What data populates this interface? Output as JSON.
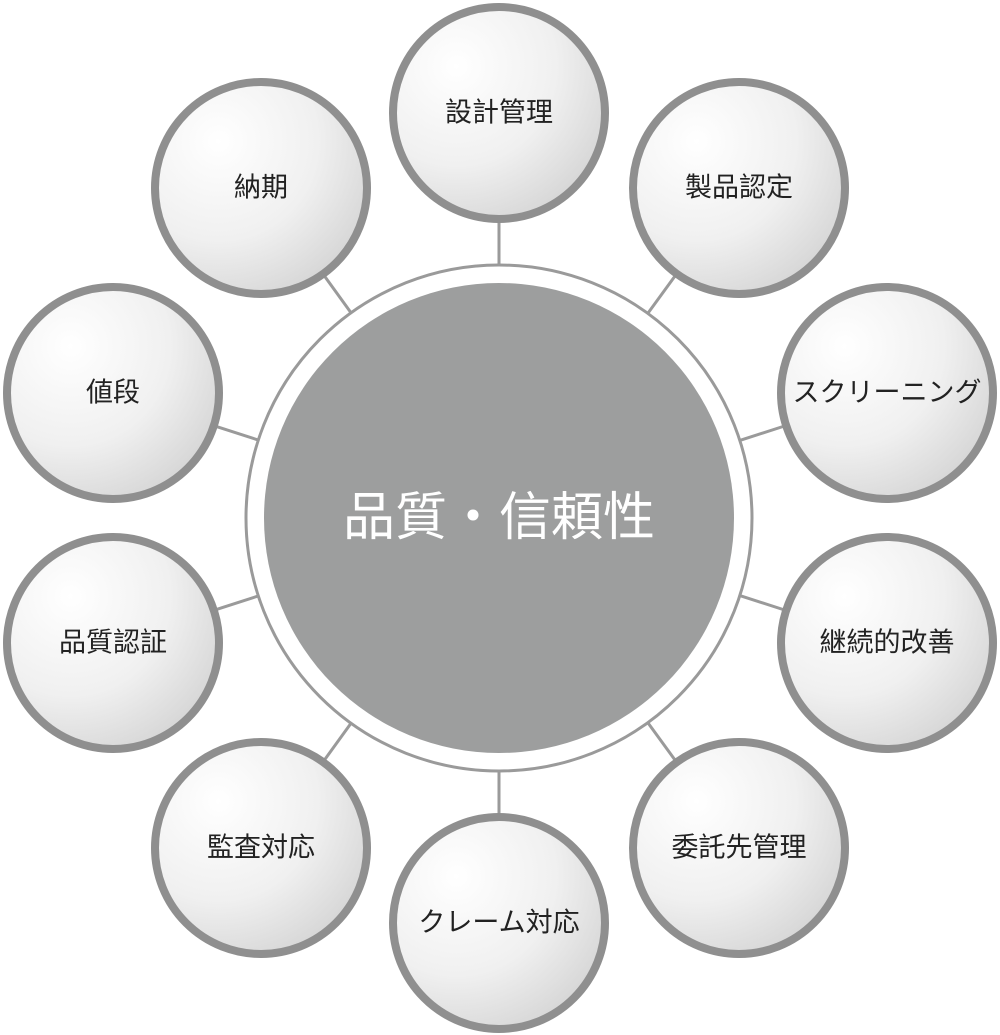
{
  "center": {
    "label": "品質・信頼性"
  },
  "nodes": [
    {
      "label": "設計管理"
    },
    {
      "label": "製品認定"
    },
    {
      "label": "スクリーニング"
    },
    {
      "label": "継続的改善"
    },
    {
      "label": "委託先管理"
    },
    {
      "label": "クレーム対応"
    },
    {
      "label": "監査対応"
    },
    {
      "label": "品質認証"
    },
    {
      "label": "値段"
    },
    {
      "label": "納期"
    }
  ],
  "colors": {
    "center_fill": "#9d9e9e",
    "ring_stroke": "#9a9a9a",
    "node_stroke": "#8f8f8f",
    "node_fill_light": "#ffffff",
    "node_fill_dark": "#d6d6d6",
    "connector": "#9a9a9a",
    "label_text": "#222222",
    "center_text": "#ffffff"
  }
}
